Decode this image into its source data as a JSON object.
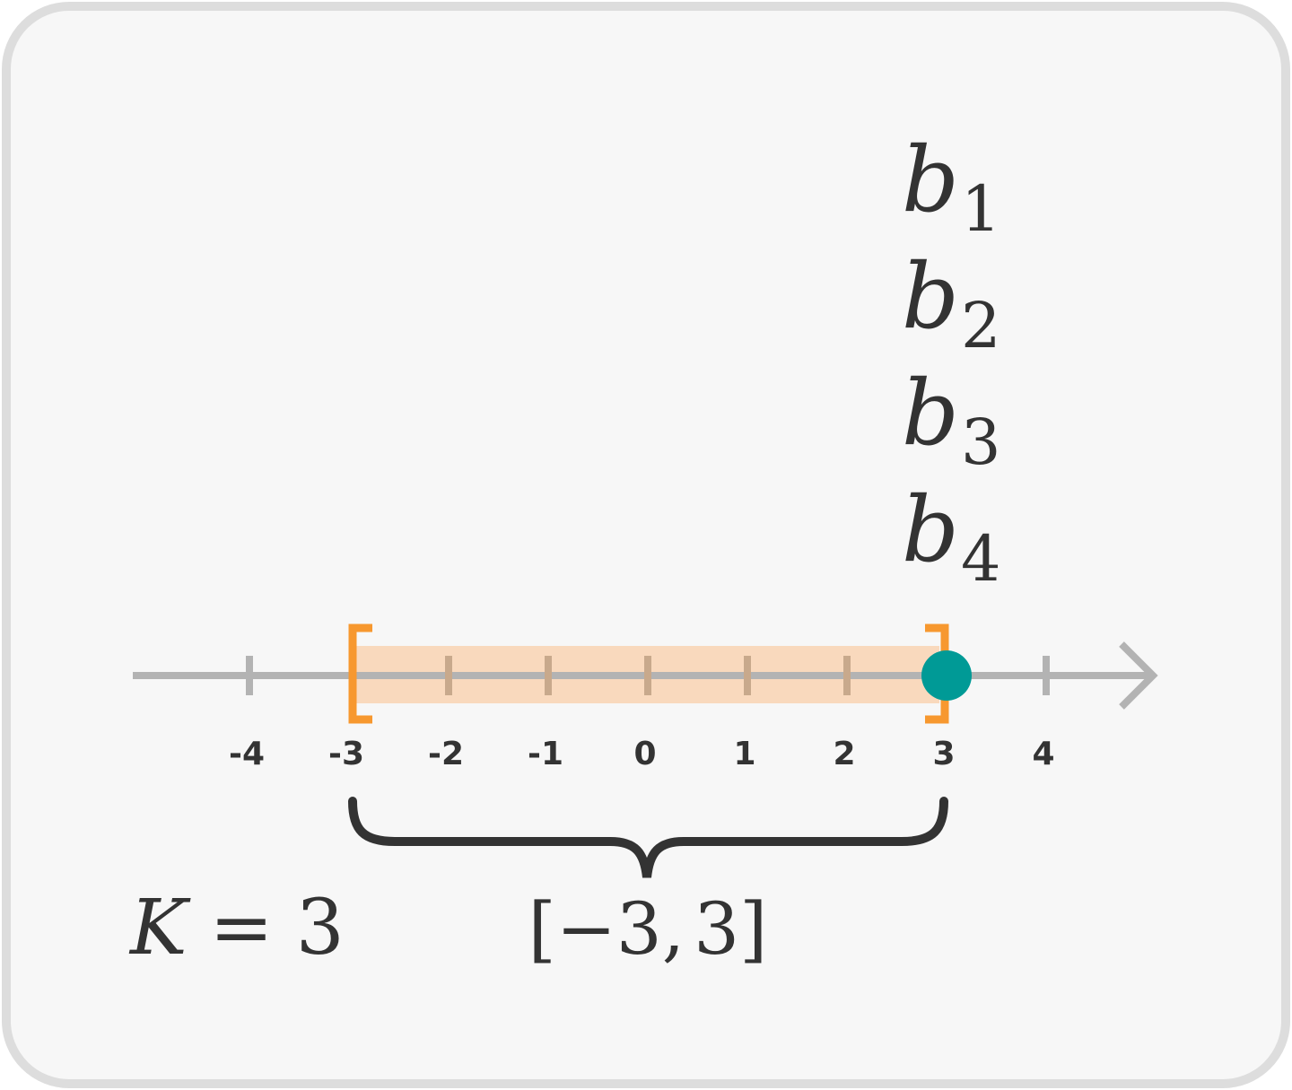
{
  "number_line": {
    "ticks": [
      -4,
      -3,
      -2,
      -1,
      0,
      1,
      2,
      3,
      4
    ],
    "tick_labels": [
      "-4",
      "-3",
      "-2",
      "-1",
      "0",
      "1",
      "2",
      "3",
      "4"
    ],
    "interval": {
      "lower": -3,
      "upper": 3,
      "closed": true
    },
    "point_value": 3
  },
  "stacked_labels": [
    {
      "base": "b",
      "sub": "1"
    },
    {
      "base": "b",
      "sub": "2"
    },
    {
      "base": "b",
      "sub": "3"
    },
    {
      "base": "b",
      "sub": "4"
    }
  ],
  "k_label": {
    "var": "K",
    "eq": "=",
    "value": "3"
  },
  "interval_label": {
    "open": "[",
    "minus": "−",
    "lower": "3",
    "comma": ",",
    "upper": "3",
    "close": "]"
  },
  "colors": {
    "card_bg": "#f7f7f7",
    "card_border": "#dddddd",
    "axis": "#b3b3b3",
    "interval_fill": "#f9d9bd",
    "interval_ticks": "#c8a98c",
    "bracket": "#f7982f",
    "point": "#009a96",
    "text": "#333333"
  }
}
